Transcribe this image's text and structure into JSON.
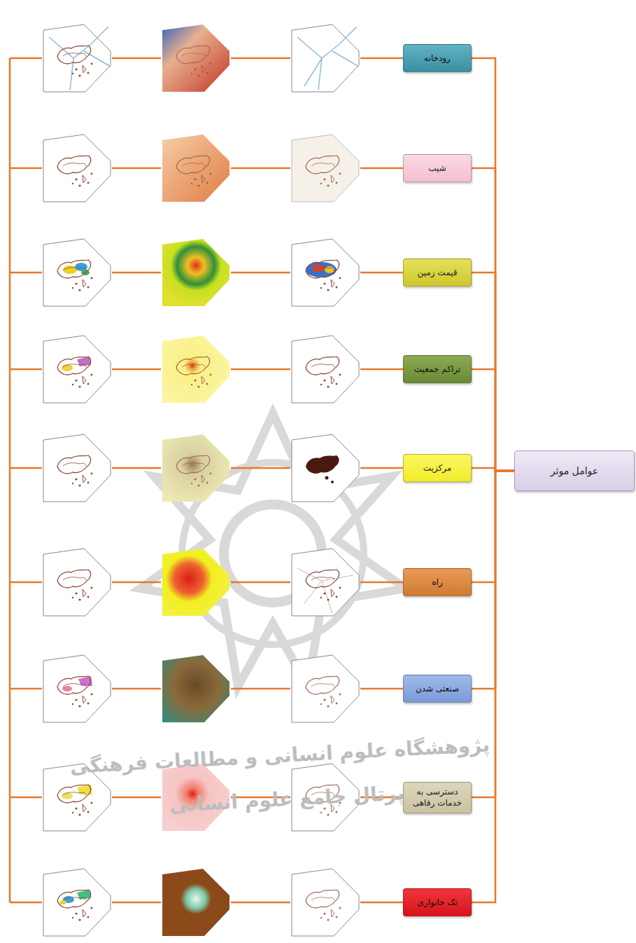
{
  "diagram": {
    "nodes": [
      {
        "text": [
          "عوامل موثر"
        ]
      },
      {
        "text": [
          "رودخانه"
        ]
      },
      {
        "text": [
          "شیب"
        ]
      },
      {
        "text": [
          "قیمت زمین"
        ]
      },
      {
        "text": [
          "تراکم جمعیت"
        ]
      },
      {
        "text": [
          "مرکزیت"
        ]
      },
      {
        "text": [
          "راه"
        ]
      },
      {
        "text": [
          "صنعتی شدن"
        ]
      },
      {
        "text": [
          "دسترسی به خدمات رفاهی"
        ]
      },
      {
        "text": [
          "تک خانواری"
        ]
      }
    ],
    "edges": [
      {
        "from": 0,
        "to": 1,
        "arrow": "none"
      },
      {
        "from": 0,
        "to": 2,
        "arrow": "none"
      },
      {
        "from": 0,
        "to": 3,
        "arrow": "none"
      },
      {
        "from": 0,
        "to": 4,
        "arrow": "none"
      },
      {
        "from": 0,
        "to": 5,
        "arrow": "none"
      },
      {
        "from": 0,
        "to": 6,
        "arrow": "none"
      },
      {
        "from": 0,
        "to": 7,
        "arrow": "none"
      },
      {
        "from": 0,
        "to": 8,
        "arrow": "none"
      },
      {
        "from": 0,
        "to": 9,
        "arrow": "none"
      }
    ],
    "labels": [
      "پژوهشگاه علوم انسانی و مطالعات فرهنگی",
      "پرتال جامع علوم انسانی"
    ]
  }
}
